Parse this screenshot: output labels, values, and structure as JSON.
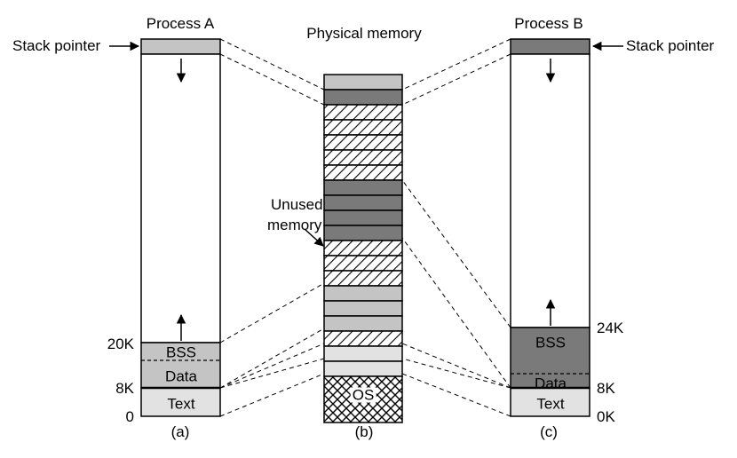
{
  "labels": {
    "process_a_title": "Process A",
    "process_b_title": "Process B",
    "physical_memory_title": "Physical memory",
    "stack_pointer_a": "Stack pointer",
    "stack_pointer_b": "Stack pointer",
    "unused_memory_line1": "Unused",
    "unused_memory_line2": "memory",
    "a_20k": "20K",
    "a_8k": "8K",
    "a_0": "0",
    "b_24k": "24K",
    "b_8k": "8K",
    "b_0k": "0K",
    "caption_a": "(a)",
    "caption_b": "(b)",
    "caption_c": "(c)",
    "a_bss": "BSS",
    "a_data": "Data",
    "a_text": "Text",
    "b_bss": "BSS",
    "b_data": "Data",
    "b_text": "Text",
    "os": "OS"
  },
  "colors": {
    "process_a_light": "#c4c4c4",
    "process_b_dark": "#7a7a7a",
    "text_segment": "#e2e2e2",
    "hatched": "#ffffff",
    "outline": "#000000"
  },
  "physical_memory_blocks": [
    "process-a",
    "process-b",
    "unused",
    "unused",
    "unused",
    "unused",
    "unused",
    "process-b",
    "process-b",
    "process-b",
    "process-b",
    "unused",
    "unused",
    "unused",
    "process-a",
    "process-a",
    "process-a",
    "unused",
    "text",
    "text",
    "os"
  ]
}
